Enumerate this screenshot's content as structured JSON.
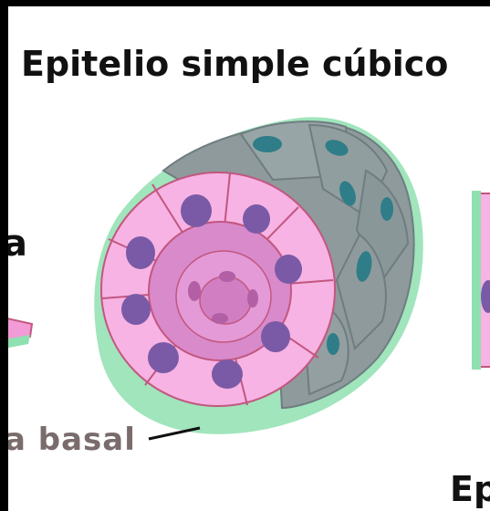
{
  "diagram": {
    "title": "Epitelio simple cúbico",
    "left_fragment": "a",
    "basal_label": "a basal",
    "bottom_fragment": "Ep"
  },
  "colors": {
    "background": "#ffffff",
    "frame": "#000000",
    "cell_pink": "#f7b3e4",
    "cell_pink_light": "#fbd3ef",
    "cell_border": "#c2577f",
    "nucleus": "#7a5aa6",
    "grey_cell": "#8e9a9c",
    "grey_nucleus": "#2f7d88",
    "basement_membrane": "#8fe0b0",
    "label_grey": "#7a6c6c"
  },
  "icons": [
    "epithelial-tube-illustration"
  ]
}
